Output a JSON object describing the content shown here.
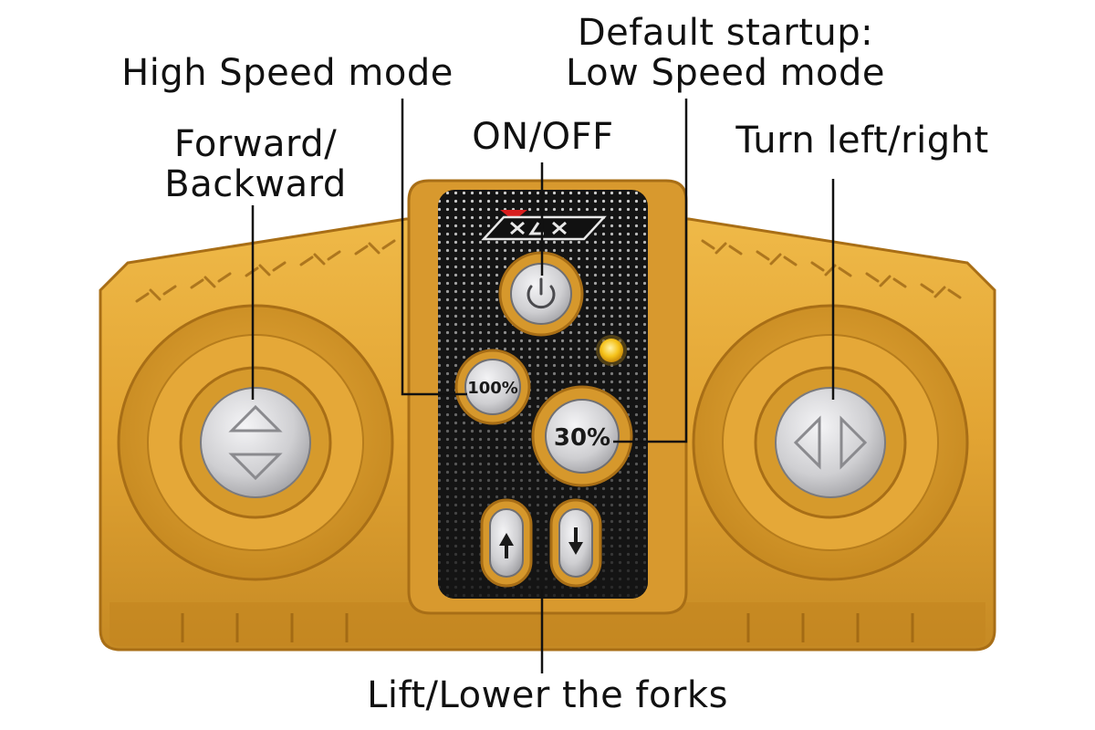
{
  "labels": {
    "forward_backward": [
      "Forward/",
      "Backward"
    ],
    "high_speed": "High Speed mode",
    "on_off": "ON/OFF",
    "default_startup": [
      "Default startup:",
      "Low Speed mode"
    ],
    "turn": "Turn left/right",
    "lift": "Lift/Lower the forks"
  },
  "buttons": {
    "speed_high": "100%",
    "speed_low": "30%"
  },
  "colors": {
    "body": "#e2a433",
    "body_dark": "#b87a1c",
    "panel": "#141414",
    "button_gray": "#c9c9cb",
    "led": "#f5c21a",
    "logo_red": "#d81e1e"
  },
  "icons": {
    "power": "power-icon",
    "up_down": "up-down-triangles-icon",
    "left_right": "left-right-triangles-icon",
    "fork_up": "arrow-up-icon",
    "fork_down": "arrow-down-icon"
  }
}
